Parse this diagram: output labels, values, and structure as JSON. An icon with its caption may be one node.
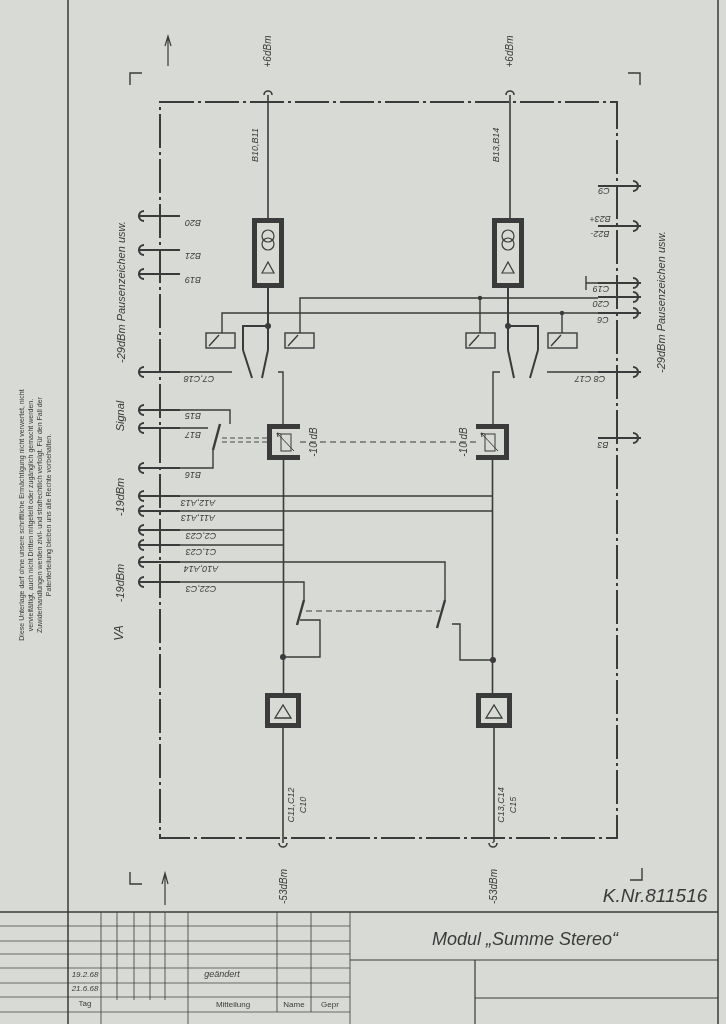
{
  "diagram": {
    "nodes": [
      {
        "text": [
          "+6dBm"
        ]
      },
      {
        "text": [
          "+6dBm"
        ]
      },
      {
        "text": [],
        "shape": "box"
      },
      {
        "text": [],
        "shape": "box"
      },
      {
        "text": [],
        "shape": "box",
        "beside": [
          "-10 dB"
        ]
      },
      {
        "text": [],
        "shape": "box",
        "beside": [
          "-10 dB"
        ]
      },
      {
        "text": [],
        "shape": "box"
      },
      {
        "text": [],
        "shape": "box"
      },
      {
        "text": [
          "-53dBm"
        ]
      },
      {
        "text": [
          "-53dBm"
        ]
      }
    ],
    "edges": [
      {
        "from": 2,
        "to": 0,
        "arrow": "none",
        "label": "B10,B11"
      },
      {
        "from": 3,
        "to": 1,
        "arrow": "none",
        "label": "B13,B14"
      },
      {
        "from": 8,
        "to": 6,
        "arrow": "none",
        "label": "C11,C12 C10"
      },
      {
        "from": 9,
        "to": 7,
        "arrow": "none",
        "label": "C13,C14 C15"
      },
      {
        "from": 4,
        "to": 5,
        "arrow": "none",
        "style": "dashed"
      },
      {
        "from": 6,
        "to": 4,
        "arrow": "none"
      },
      {
        "from": 7,
        "to": 5,
        "arrow": "none"
      }
    ],
    "labels": [
      "-29dBm Pausenzeichen usw.",
      "B20",
      "B21",
      "B19",
      "C7,C18",
      "Signal",
      "B15",
      "B17",
      "B16",
      "-19dBm",
      "A12,A13",
      "A11,A13",
      "C2,C23",
      "C1,C23",
      "-19dBm",
      "A10,A14",
      "C22,C3",
      "VA",
      "C9",
      "B23+",
      "B22-",
      "C19",
      "C20",
      "C6",
      "-29dBm Pausenzeichen usw.",
      "C8 C17",
      "B3",
      "Diese Unterlage darf ohne unsere schriftliche Ermächtigung nicht verwertet, nicht vervielfältigt, auch nicht Dritten mitgeteilt oder zugänglich gemacht werden. Zuwiderhandlungen werden zivil- und strafrechtlich verfolgt. Für den Fall der Patenterteilung bleiben uns alle Rechte vorbehalten.",
      "K.Nr.811516",
      "Modul „Summe Stereo“",
      "19.2.68",
      "geändert",
      "21.6.68",
      "Tag",
      "Mitteilung",
      "Name",
      "Gepr"
    ]
  }
}
